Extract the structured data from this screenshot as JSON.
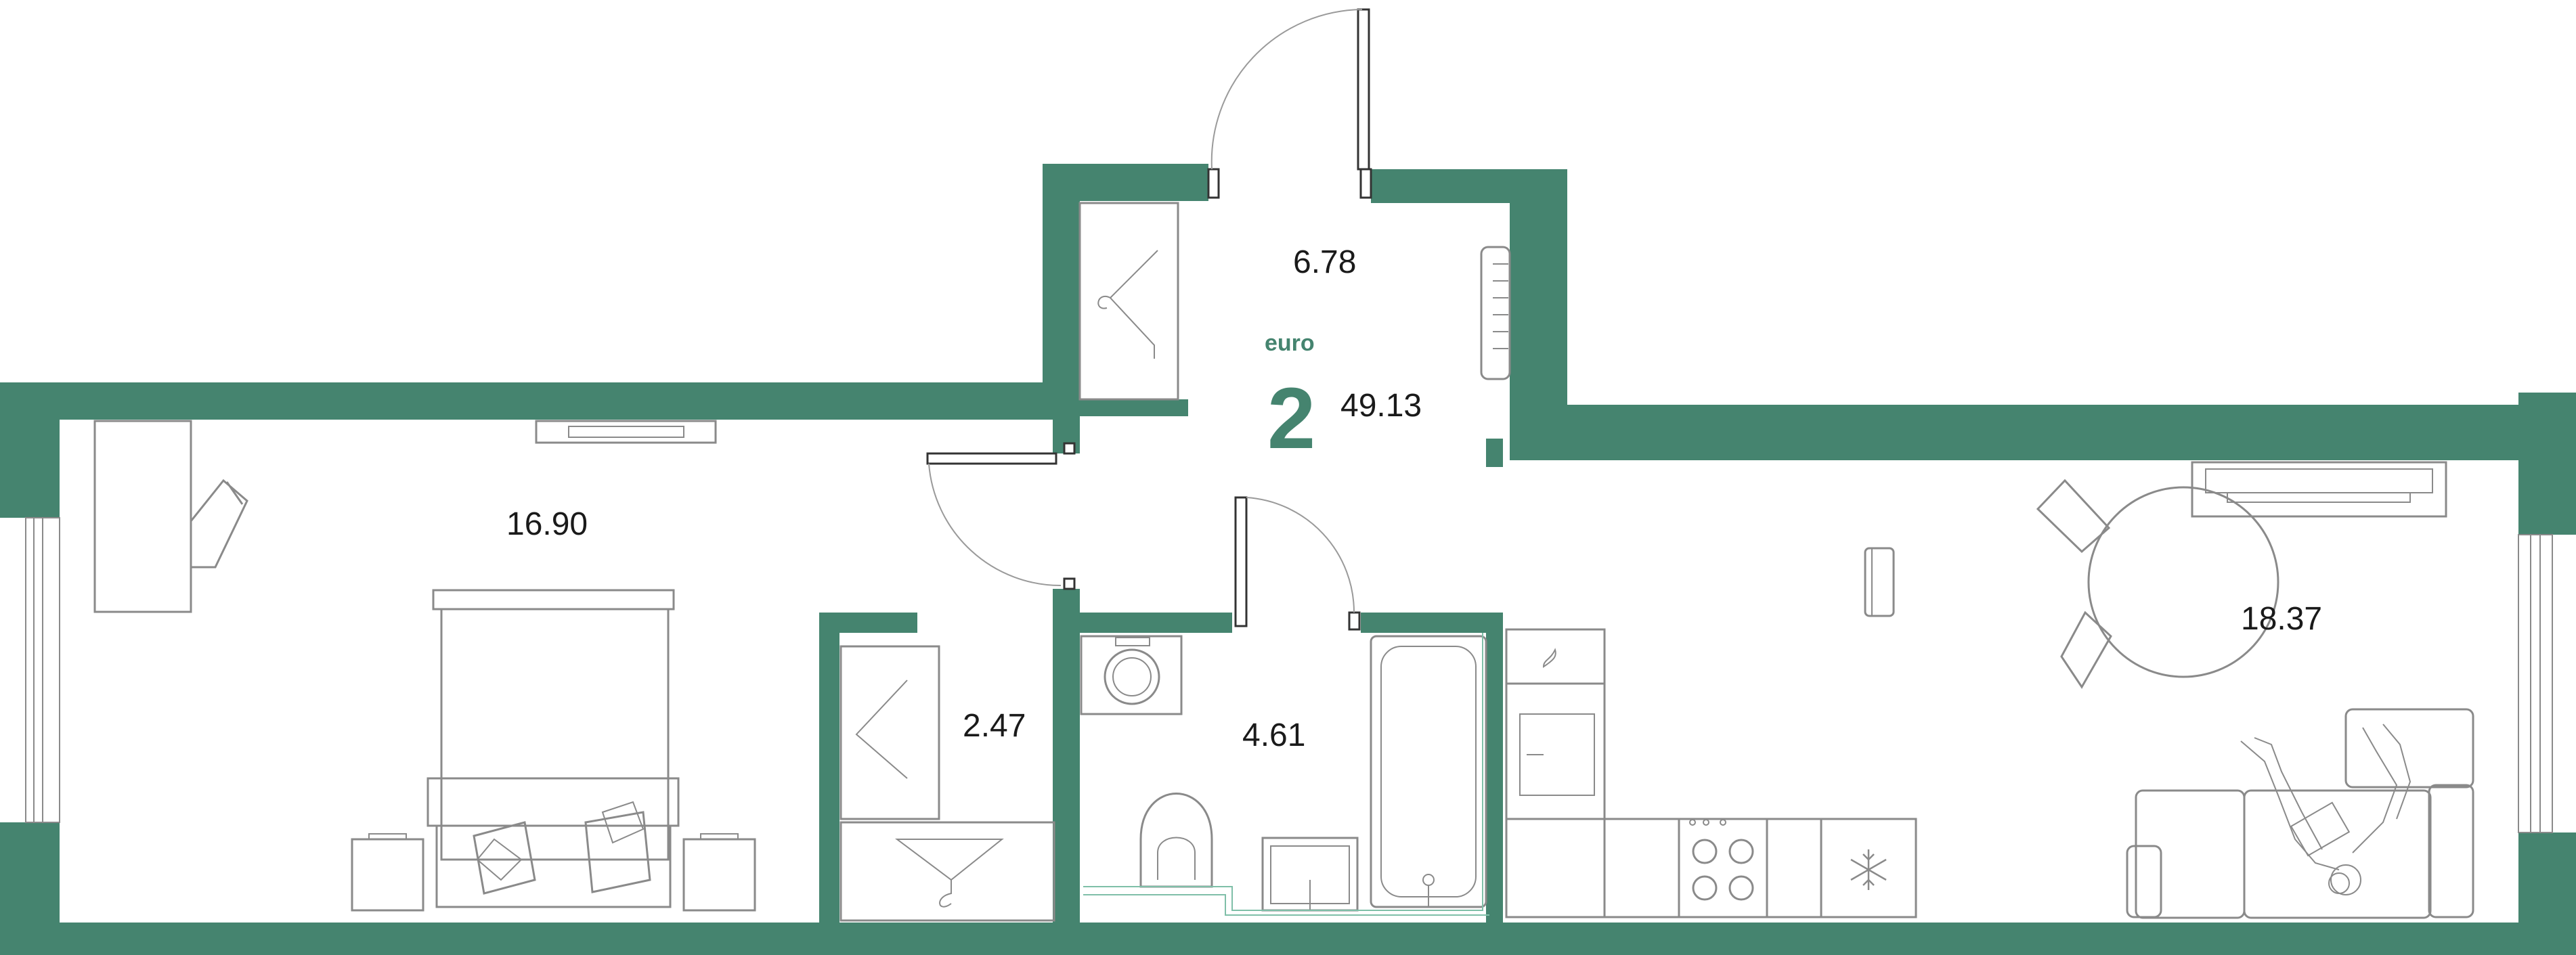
{
  "colors": {
    "wall": "#45846f",
    "accent": "#45846f",
    "furniture_stroke": "#8a8a8a",
    "text": "#1a1a1a",
    "background": "#ffffff"
  },
  "apartment": {
    "type_word": "euro",
    "type_number": "2",
    "total_area": "49.13"
  },
  "rooms": {
    "hallway": "6.78",
    "bedroom": "16.90",
    "wardrobe": "2.47",
    "bathroom": "4.61",
    "kitchen_living": "18.37"
  },
  "icons": {
    "snowflake": "snowflake-icon",
    "hanger": "hanger-icon"
  }
}
